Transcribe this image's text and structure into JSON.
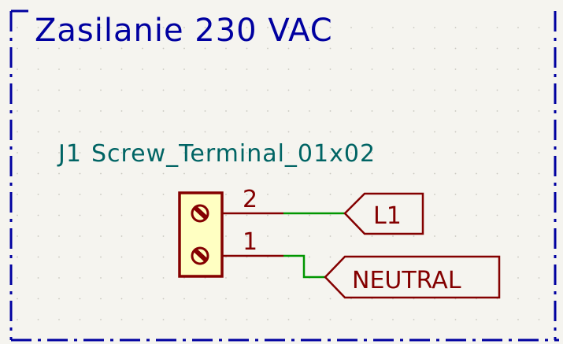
{
  "sheet": {
    "title": "Zasilanie 230 VAC"
  },
  "component": {
    "reference": "J1",
    "value": "Screw_Terminal_01x02",
    "pins": [
      {
        "number": "2",
        "net_label": "L1"
      },
      {
        "number": "1",
        "net_label": "NEUTRAL"
      }
    ]
  },
  "colors": {
    "background": "#f5f4ef",
    "border": "#0000a0",
    "title": "#0000a0",
    "reference_text": "#006464",
    "pin": "#840000",
    "body_fill": "#ffffc2",
    "wire": "#009600",
    "label": "#840000"
  },
  "icons": {
    "screw_terminal": "screw-slot-icon"
  }
}
